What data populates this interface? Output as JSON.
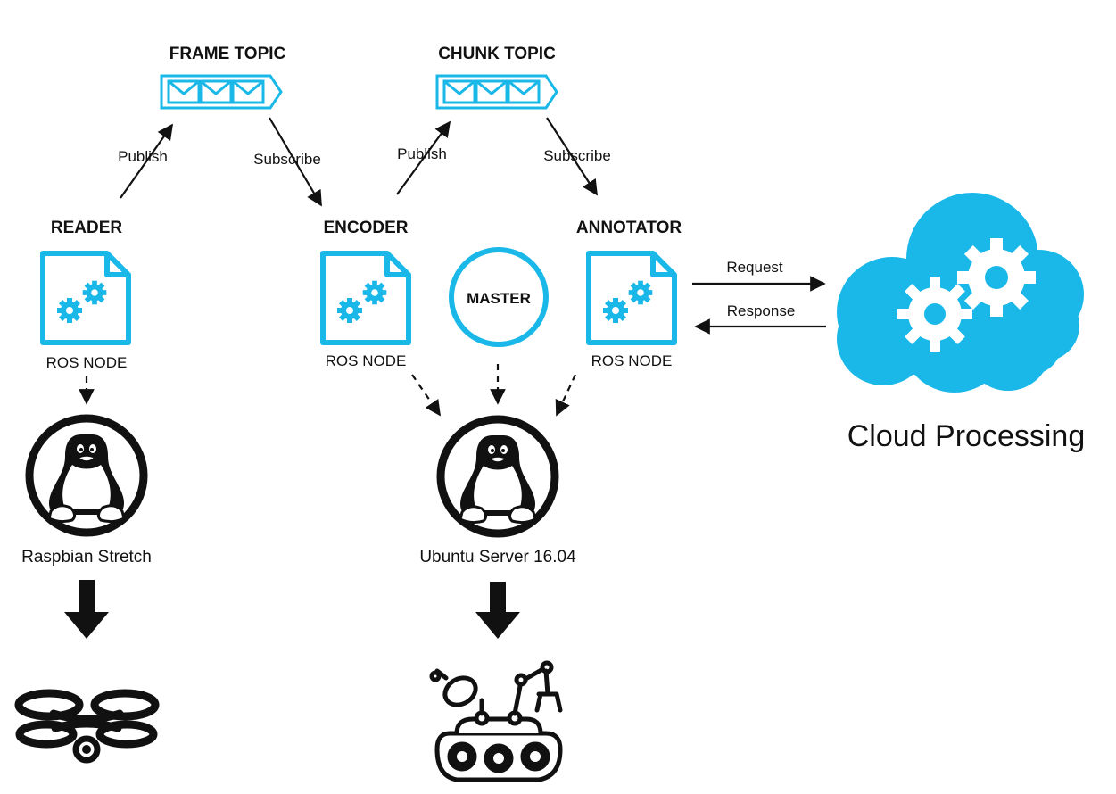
{
  "topics": {
    "frame": {
      "title": "FRAME TOPIC"
    },
    "chunk": {
      "title": "CHUNK TOPIC"
    }
  },
  "edges": {
    "reader_publish": "Publish",
    "frame_subscribe": "Subscribe",
    "encoder_publish": "Publish",
    "chunk_subscribe": "Subscribe",
    "request": "Request",
    "response": "Response"
  },
  "nodes": {
    "reader": {
      "title": "READER",
      "caption": "ROS NODE"
    },
    "encoder": {
      "title": "ENCODER",
      "caption": "ROS NODE"
    },
    "annotator": {
      "title": "ANNOTATOR",
      "caption": "ROS NODE"
    },
    "master": {
      "title": "MASTER"
    }
  },
  "os": {
    "left": "Raspbian Stretch",
    "right": "Ubuntu Server 16.04"
  },
  "cloud": {
    "title": "Cloud Processing"
  },
  "colors": {
    "accent": "#1ab8e8",
    "ink": "#111111"
  },
  "icons": [
    "message-queue-icon",
    "gear-document-icon",
    "linux-penguin-icon",
    "drone-icon",
    "robot-rover-icon",
    "cloud-gears-icon"
  ]
}
